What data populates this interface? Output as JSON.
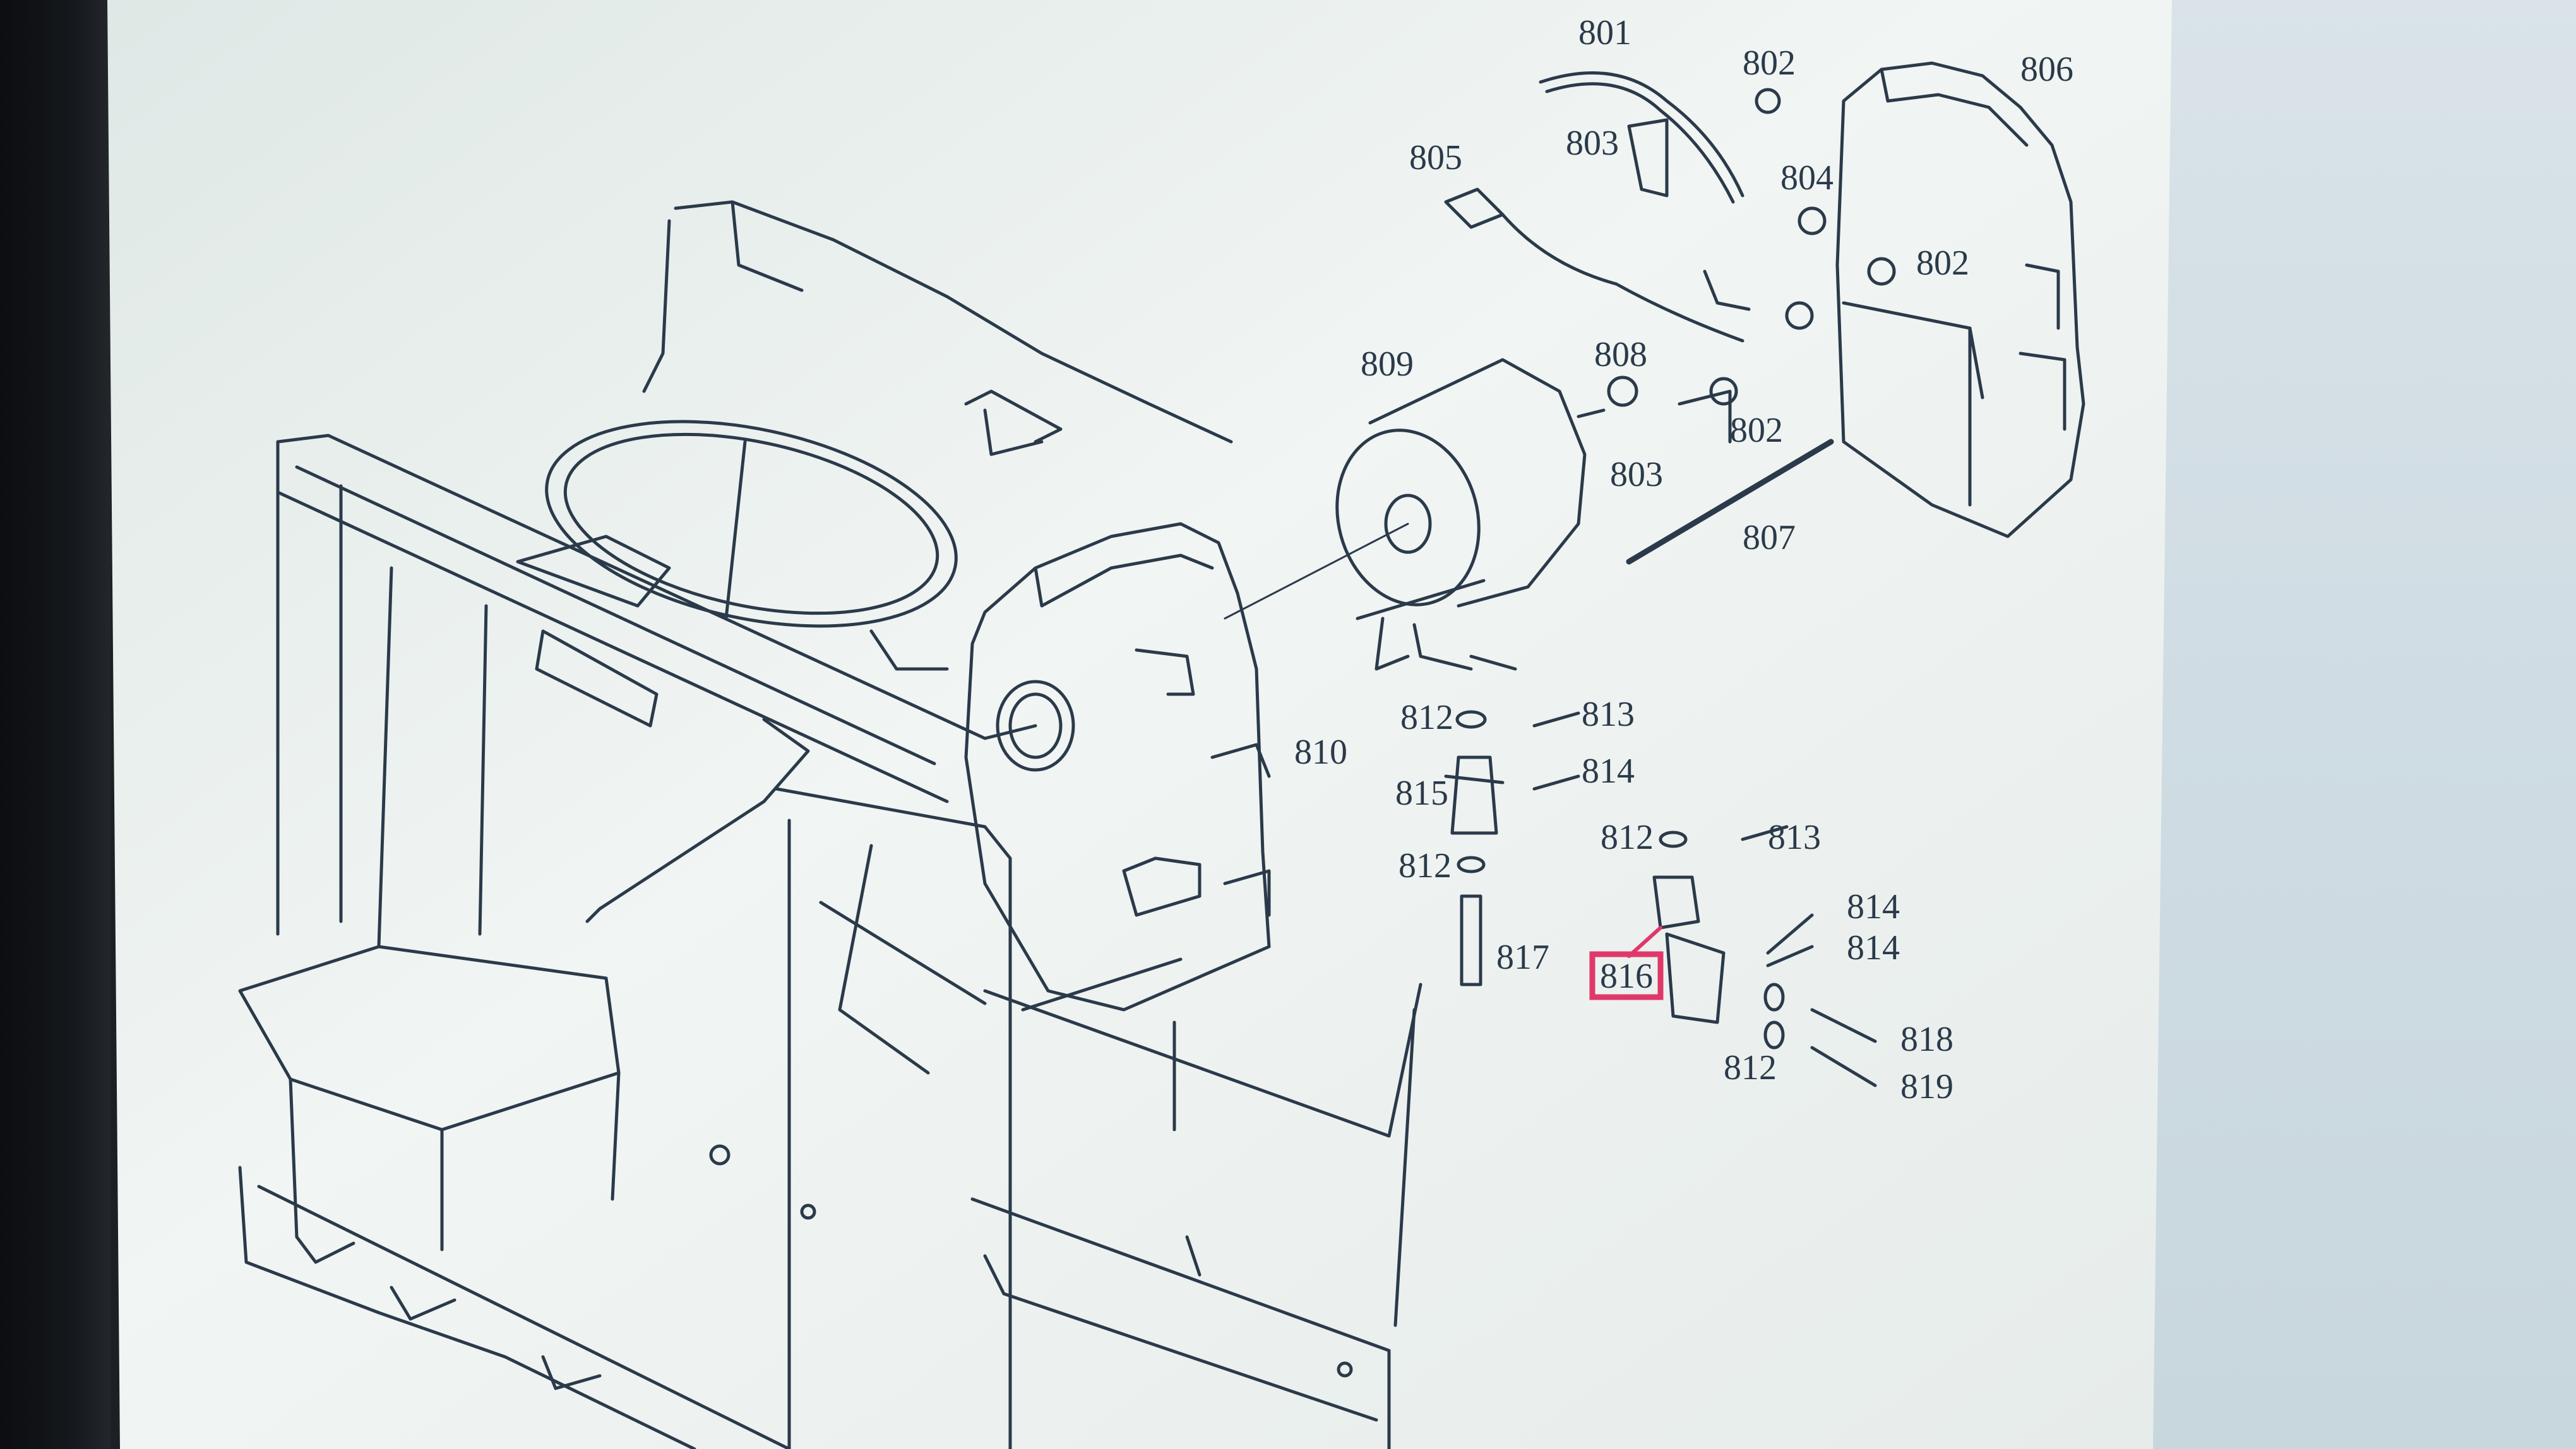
{
  "parts": {
    "p801": "801",
    "p802a": "802",
    "p806": "806",
    "p805": "805",
    "p803a": "803",
    "p804": "804",
    "p802b": "802",
    "p809": "809",
    "p808": "808",
    "p802c": "802",
    "p803b": "803",
    "p807": "807",
    "p810": "810",
    "p812a": "812",
    "p813a": "813",
    "p814a": "814",
    "p815": "815",
    "p812b": "812",
    "p812c": "812",
    "p813b": "813",
    "p817": "817",
    "p814b": "814",
    "p814c": "814",
    "p816": "816",
    "p818": "818",
    "p812d": "812",
    "p819": "819"
  },
  "highlight": {
    "part": "816",
    "color": "#e0386a"
  },
  "colors": {
    "paper": "#eef3f2",
    "ink": "#2b3a4a",
    "highlight": "#e0386a"
  }
}
